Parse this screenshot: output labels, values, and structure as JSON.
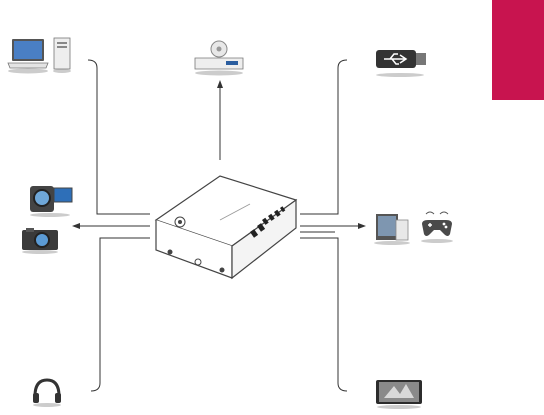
{
  "diagram": {
    "hub": {
      "icon": "projector-icon"
    },
    "devices": [
      {
        "name": "laptop",
        "icon": "laptop-icon"
      },
      {
        "name": "desktop",
        "icon": "desktop-tower-icon"
      },
      {
        "name": "dvd-player",
        "icon": "disc-player-icon"
      },
      {
        "name": "usb-drive",
        "icon": "usb-stick-icon"
      },
      {
        "name": "camcorder",
        "icon": "camcorder-icon"
      },
      {
        "name": "camera",
        "icon": "camera-icon"
      },
      {
        "name": "mobile-device",
        "icon": "smartphone-icon"
      },
      {
        "name": "game-console",
        "icon": "gamepad-icon"
      },
      {
        "name": "headphones",
        "icon": "headphones-icon"
      },
      {
        "name": "tablet",
        "icon": "tablet-icon"
      }
    ],
    "colors": {
      "accent_tab": "#c8144f",
      "lines": "#333333",
      "device_shadow": "#bfbfbf"
    }
  }
}
